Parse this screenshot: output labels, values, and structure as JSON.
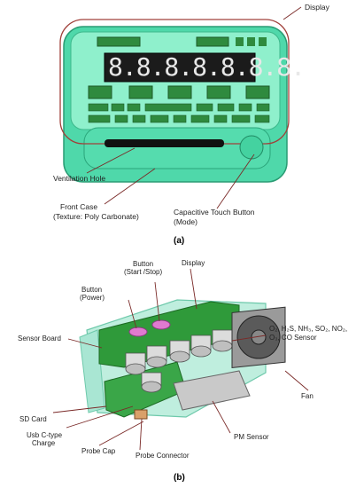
{
  "panel_a": {
    "caption": "(a)",
    "labels": {
      "display": "Display",
      "ventilation_hole": "Ventilation Hole",
      "front_case_1": "Front Case",
      "front_case_2": "(Texture: Poly Carbonate)",
      "touch_button_1": "Capacitive Touch Button",
      "touch_button_2": "(Mode)"
    },
    "segment_digits": "8.8.8.8.8.8.8."
  },
  "panel_b": {
    "caption": "(b)",
    "labels": {
      "button_start_1": "Button",
      "button_start_2": "(Start /Stop)",
      "display": "Display",
      "button_power_1": "Button",
      "button_power_2": "(Power)",
      "sensor_board": "Sensor Board",
      "gas_sensor_1": "O₂, H₂S, NH₃, SO₂, NO₂,",
      "gas_sensor_2": "O₃, CO Sensor",
      "fan": "Fan",
      "sd_card": "SD Card",
      "usb_1": "Usb C-type",
      "usb_2": "Charge",
      "pm_sensor": "PM Sensor",
      "probe_cap": "Probe Cap",
      "probe_connector": "Probe Connector"
    }
  },
  "colors": {
    "case_mint": "#5fe3b6",
    "case_dark": "#2fb88a",
    "display_outline": "#a0403a",
    "pcb_green": "#2f9a3a",
    "sensor_gray": "#cfcfcf"
  }
}
